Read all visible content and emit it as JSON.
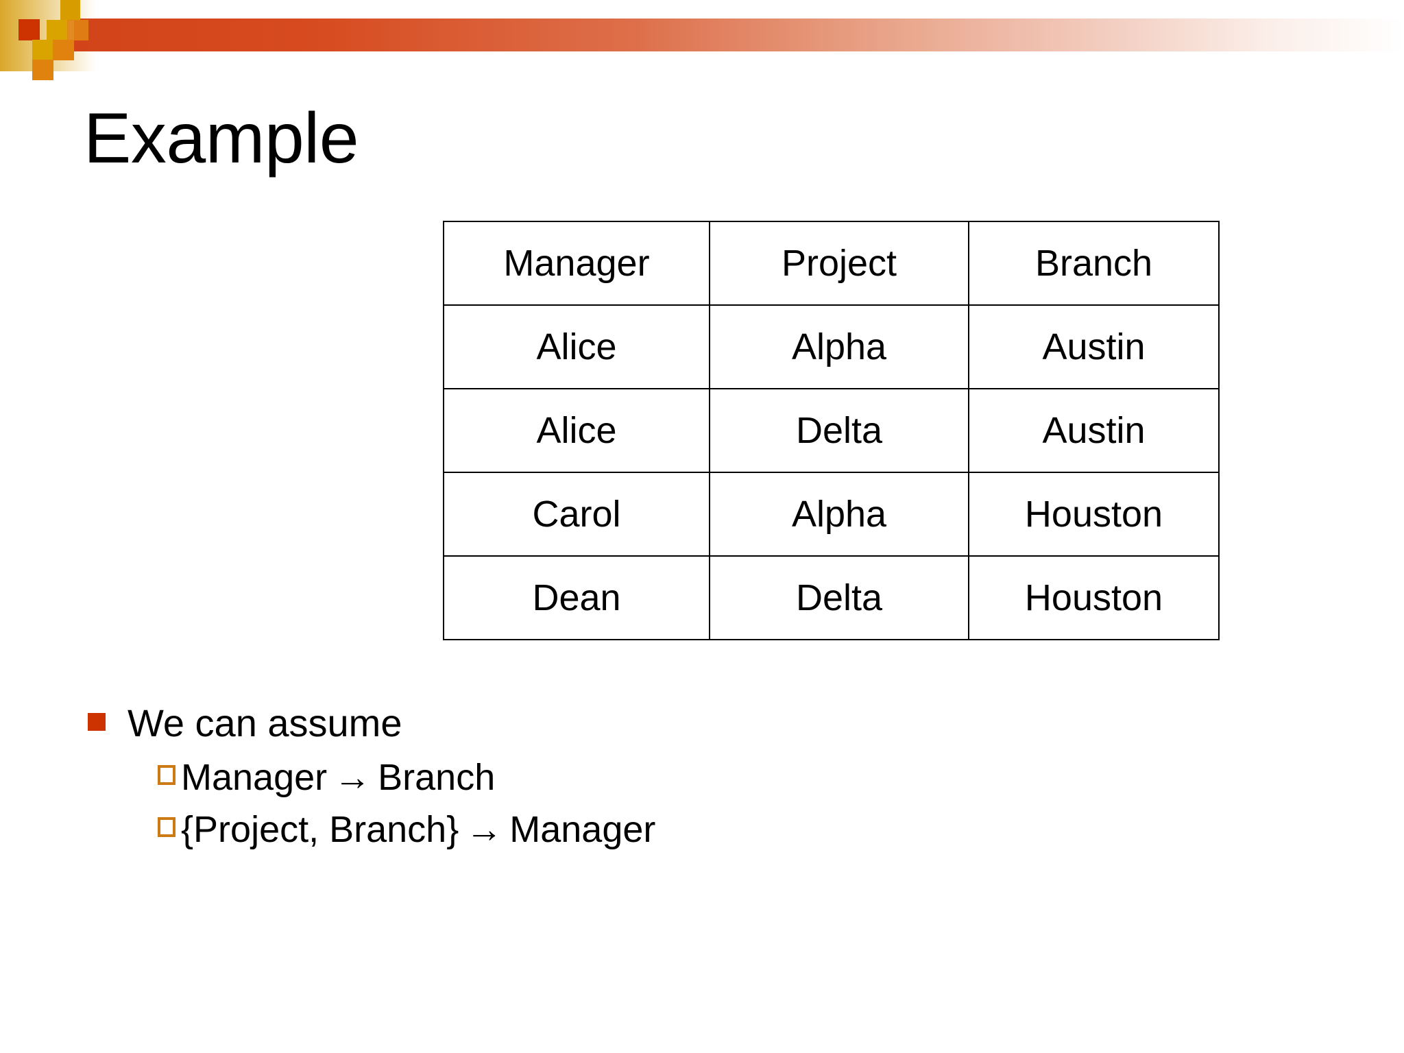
{
  "slide": {
    "title": "Example",
    "decoration": {
      "bar_color_start": "#D2431A",
      "bar_color_end": "#FFFFFF",
      "red_square_color": "#CC3300",
      "gold_square_color": "#D9A400",
      "orange_square_color": "#E0820E"
    }
  },
  "table": {
    "headers": [
      "Manager",
      "Project",
      "Branch"
    ],
    "rows": [
      [
        "Alice",
        "Alpha",
        "Austin"
      ],
      [
        "Alice",
        "Delta",
        "Austin"
      ],
      [
        "Carol",
        "Alpha",
        "Houston"
      ],
      [
        "Dean",
        "Delta",
        "Houston"
      ]
    ]
  },
  "bullets": {
    "level1": "We can assume",
    "level1_marker_color": "#CC3300",
    "level2_marker_color": "#CC7A14",
    "items": [
      {
        "left": "Manager",
        "arrow": "→",
        "right": "Branch",
        "full": "Manager → Branch"
      },
      {
        "left": "{Project, Branch}",
        "arrow": "→",
        "right": "Manager",
        "full": "{Project, Branch} → Manager"
      }
    ]
  }
}
